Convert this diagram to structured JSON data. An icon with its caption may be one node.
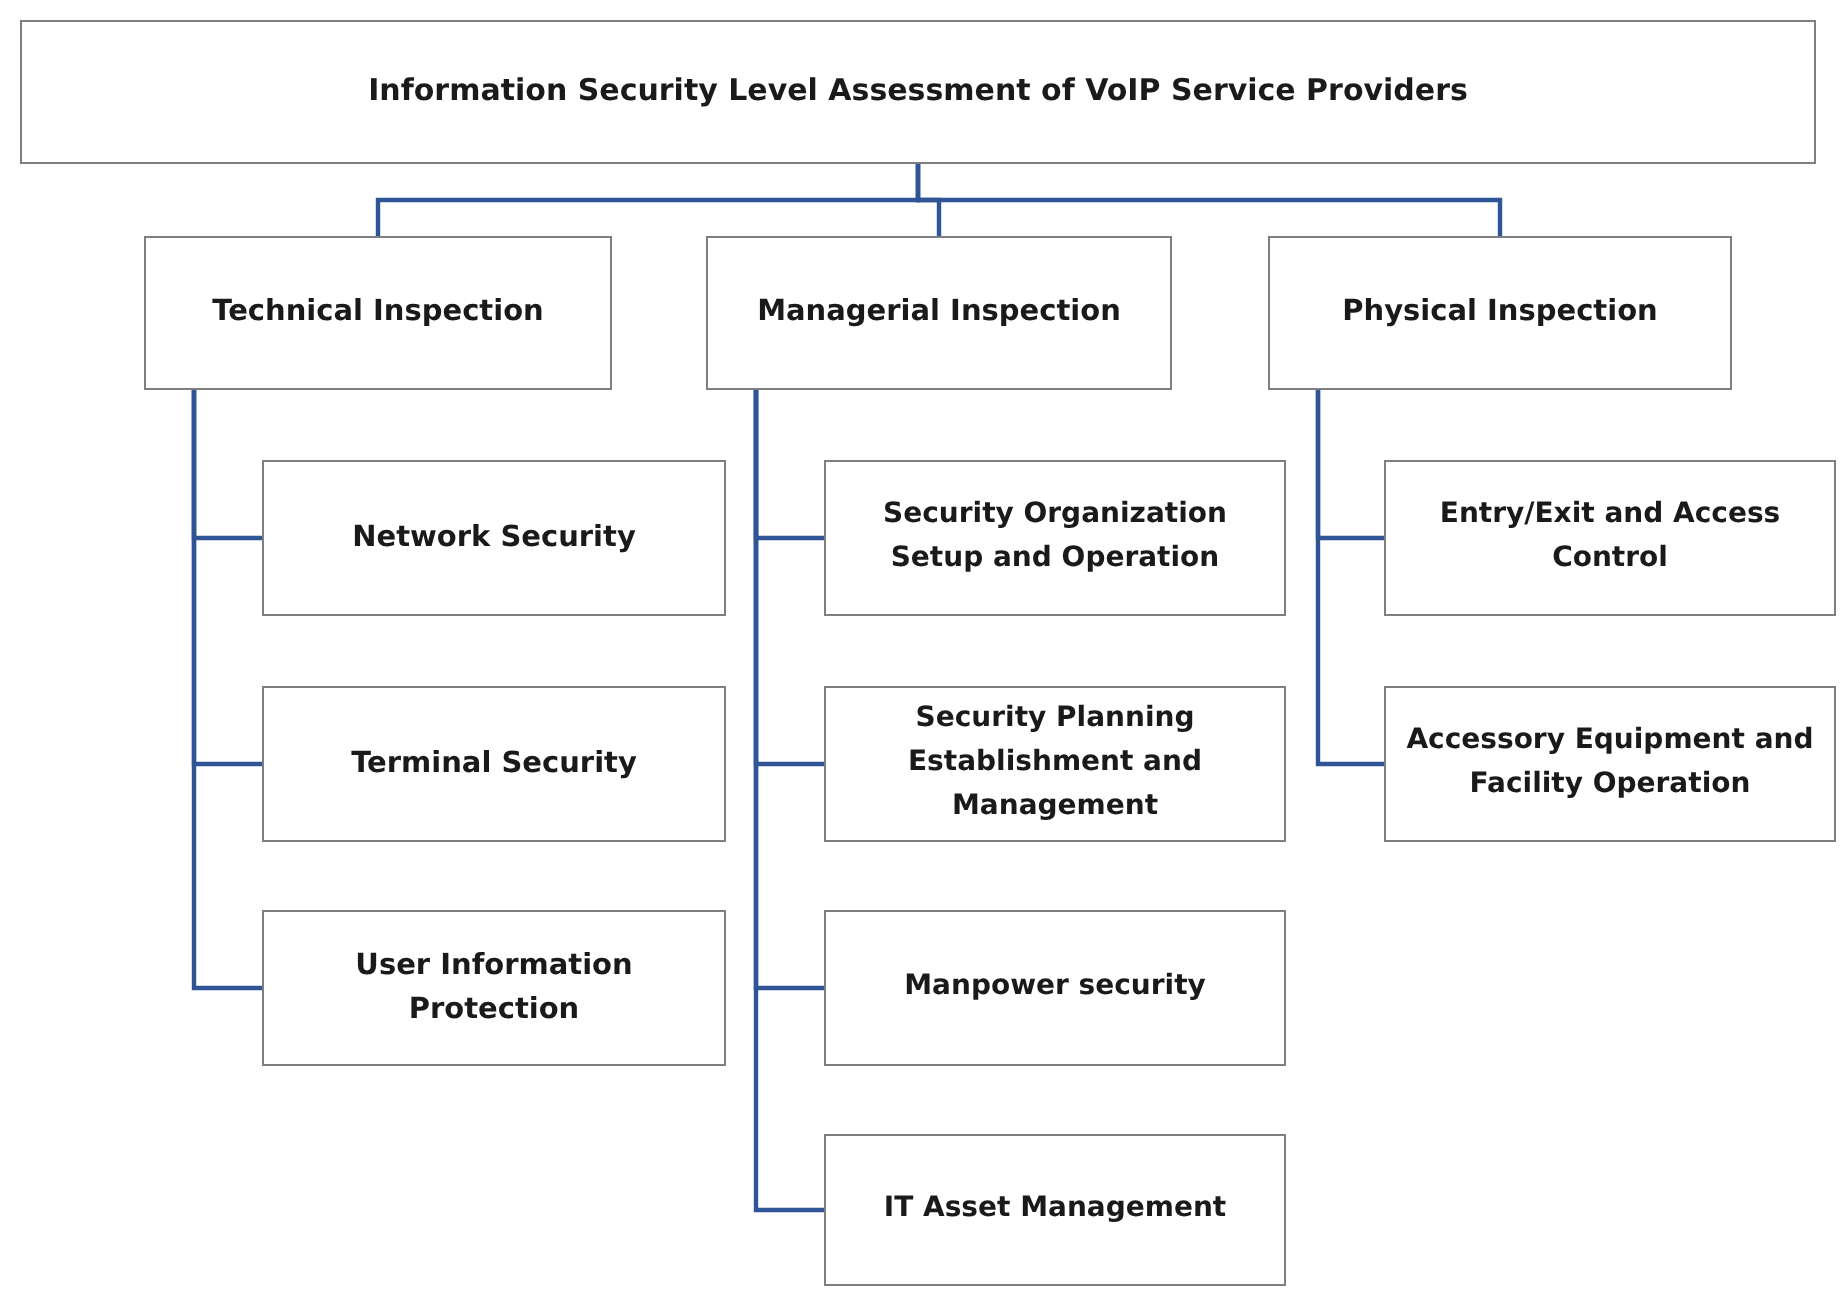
{
  "diagram": {
    "nodes": [
      {
        "text": [
          "Information Security Level Assessment of VoIP Service Providers"
        ]
      },
      {
        "text": [
          "Technical Inspection"
        ]
      },
      {
        "text": [
          "Managerial Inspection"
        ]
      },
      {
        "text": [
          "Physical Inspection"
        ]
      },
      {
        "text": [
          "Network Security"
        ]
      },
      {
        "text": [
          "Terminal Security"
        ]
      },
      {
        "text": [
          "User Information Protection"
        ]
      },
      {
        "text": [
          "Security Organization Setup and Operation"
        ]
      },
      {
        "text": [
          "Security Planning Establishment and Management"
        ]
      },
      {
        "text": [
          "Manpower security"
        ]
      },
      {
        "text": [
          "IT Asset Management"
        ]
      },
      {
        "text": [
          "Entry/Exit and Access Control"
        ]
      },
      {
        "text": [
          "Accessory Equipment and Facility Operation"
        ]
      }
    ],
    "edges": [
      {
        "from": 0,
        "to": 1,
        "arrow": "none"
      },
      {
        "from": 0,
        "to": 2,
        "arrow": "none"
      },
      {
        "from": 0,
        "to": 3,
        "arrow": "none"
      },
      {
        "from": 1,
        "to": 4,
        "arrow": "none"
      },
      {
        "from": 1,
        "to": 5,
        "arrow": "none"
      },
      {
        "from": 1,
        "to": 6,
        "arrow": "none"
      },
      {
        "from": 2,
        "to": 7,
        "arrow": "none"
      },
      {
        "from": 2,
        "to": 8,
        "arrow": "none"
      },
      {
        "from": 2,
        "to": 9,
        "arrow": "none"
      },
      {
        "from": 2,
        "to": 10,
        "arrow": "none"
      },
      {
        "from": 3,
        "to": 11,
        "arrow": "none"
      },
      {
        "from": 3,
        "to": 12,
        "arrow": "none"
      }
    ]
  }
}
